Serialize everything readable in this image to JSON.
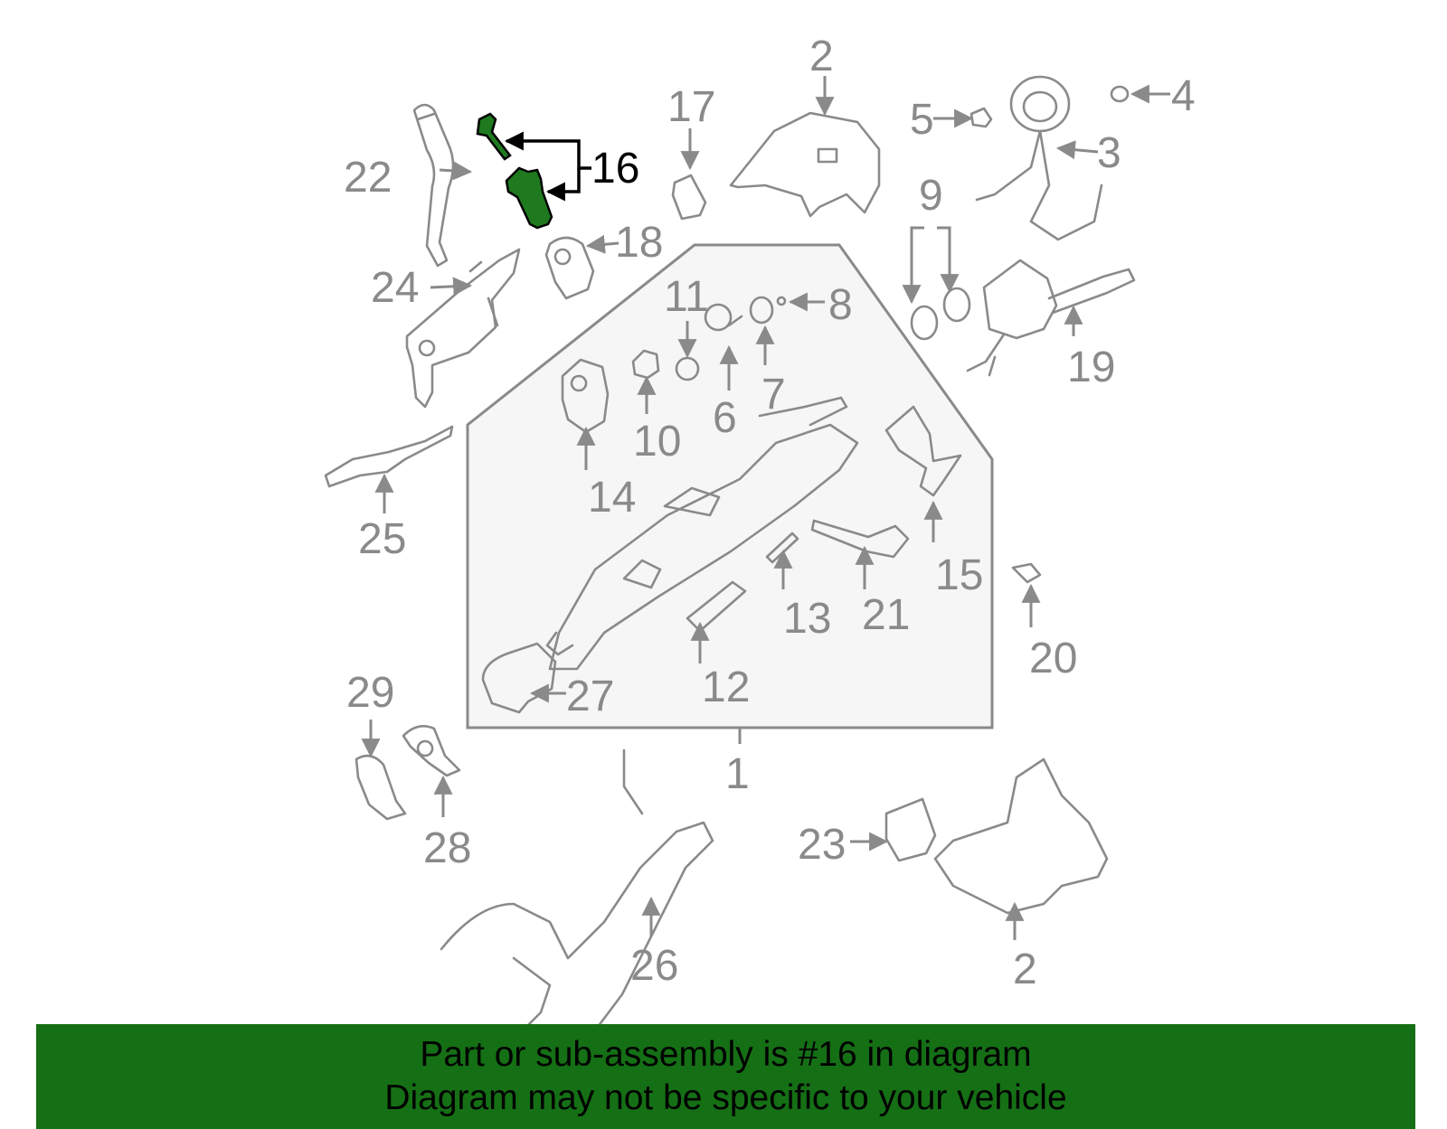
{
  "callouts": {
    "c1": "1",
    "c2a": "2",
    "c2b": "2",
    "c3": "3",
    "c4": "4",
    "c5": "5",
    "c6": "6",
    "c7": "7",
    "c8": "8",
    "c9": "9",
    "c10": "10",
    "c11": "11",
    "c12": "12",
    "c13": "13",
    "c14": "14",
    "c15": "15",
    "c16": "16",
    "c17": "17",
    "c18": "18",
    "c19": "19",
    "c20": "20",
    "c21": "21",
    "c22": "22",
    "c23": "23",
    "c24": "24",
    "c25": "25",
    "c26": "26",
    "c27": "27",
    "c28": "28",
    "c29": "29"
  },
  "highlight": {
    "part_number": "16",
    "color": "#1f7a1f"
  },
  "banner": {
    "line1": "Part or sub-assembly is #16 in diagram",
    "line2": "Diagram may not be specific to your vehicle",
    "background": "#156f15"
  }
}
